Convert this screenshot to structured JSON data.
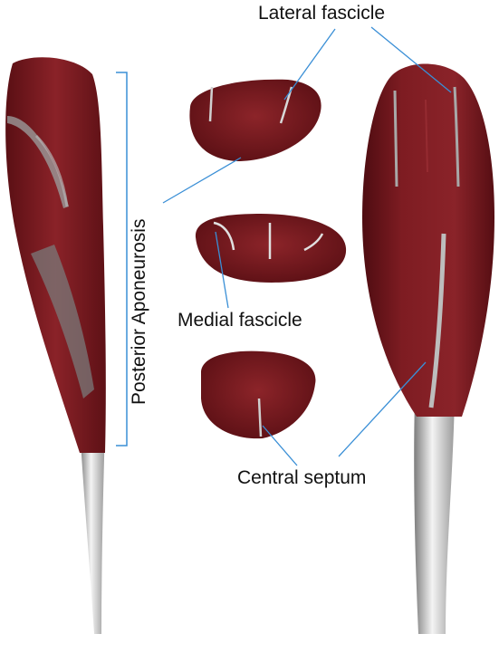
{
  "labels": {
    "lateral_fascicle": "Lateral fascicle",
    "medial_fascicle": "Medial fascicle",
    "central_septum": "Central septum",
    "posterior_aponeurosis": "Posterior Aponeurosis"
  },
  "colors": {
    "muscle": "#7a1a1e",
    "muscle_dark": "#5a0f14",
    "muscle_light": "#933036",
    "tendon": "#e8e8e8",
    "tendon_shadow": "#8a8a8a",
    "leader_line": "#3a8fd6",
    "bracket": "#3a8fd6"
  }
}
